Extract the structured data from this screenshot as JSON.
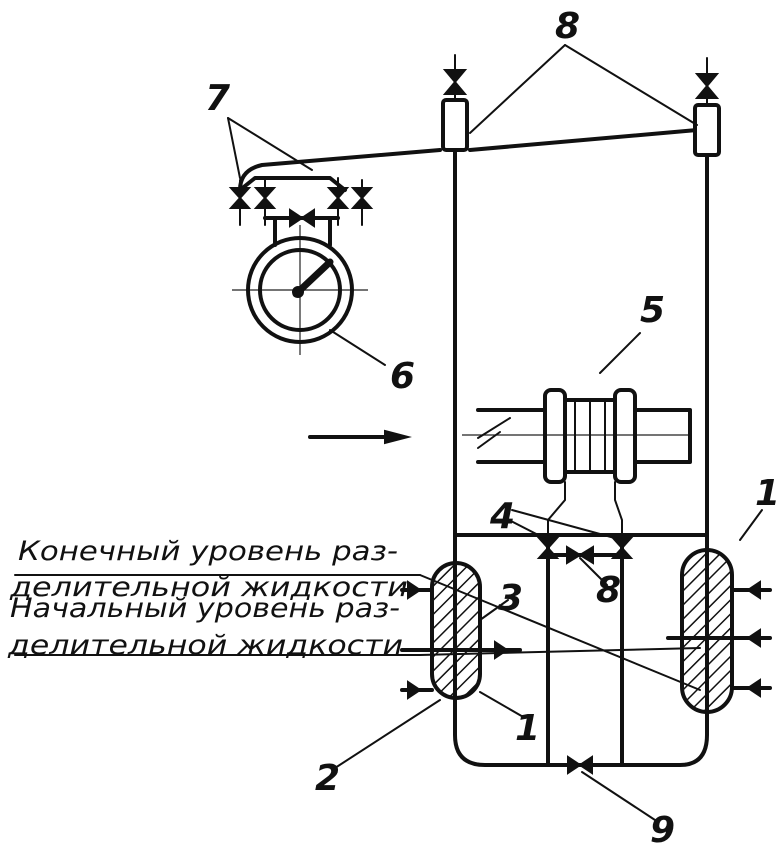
{
  "labels": {
    "n1_right": "1",
    "n1_left": "1",
    "n2": "2",
    "n3": "3",
    "n4": "4",
    "n5": "5",
    "n6": "6",
    "n7": "7",
    "n8": "8",
    "n8_lower": "8",
    "n9": "9"
  },
  "notes": {
    "final_level_line1": "Конечный уровень раз-",
    "final_level_line2": "делительной жидкости",
    "initial_level_line1": "Начальный уровень раз-",
    "initial_level_line2": "делительной жидкости"
  },
  "colors": {
    "ink": "#111111",
    "paper": "#ffffff"
  }
}
